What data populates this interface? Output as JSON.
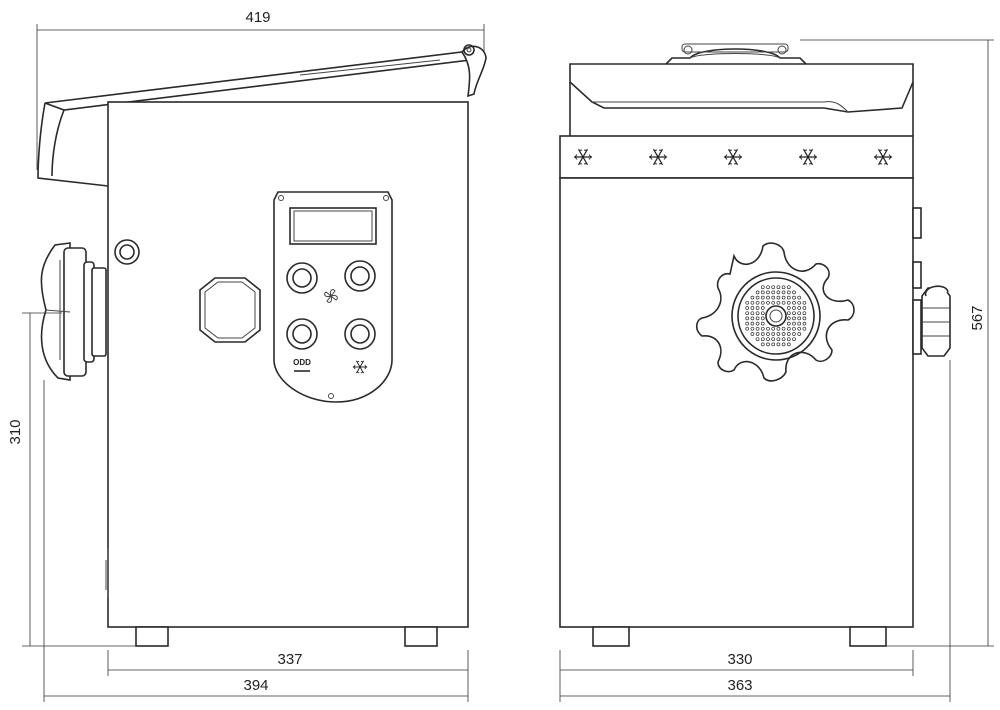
{
  "dimensions": {
    "side_top_width": "419",
    "side_leg_height": "310",
    "side_body_width": "337",
    "side_total_width": "394",
    "front_body_width": "330",
    "front_total_width": "363",
    "front_total_height": "567"
  },
  "control_panel": {
    "indicator_label": "ODD"
  },
  "icons": [
    "snowflake-icon",
    "fan-icon"
  ]
}
